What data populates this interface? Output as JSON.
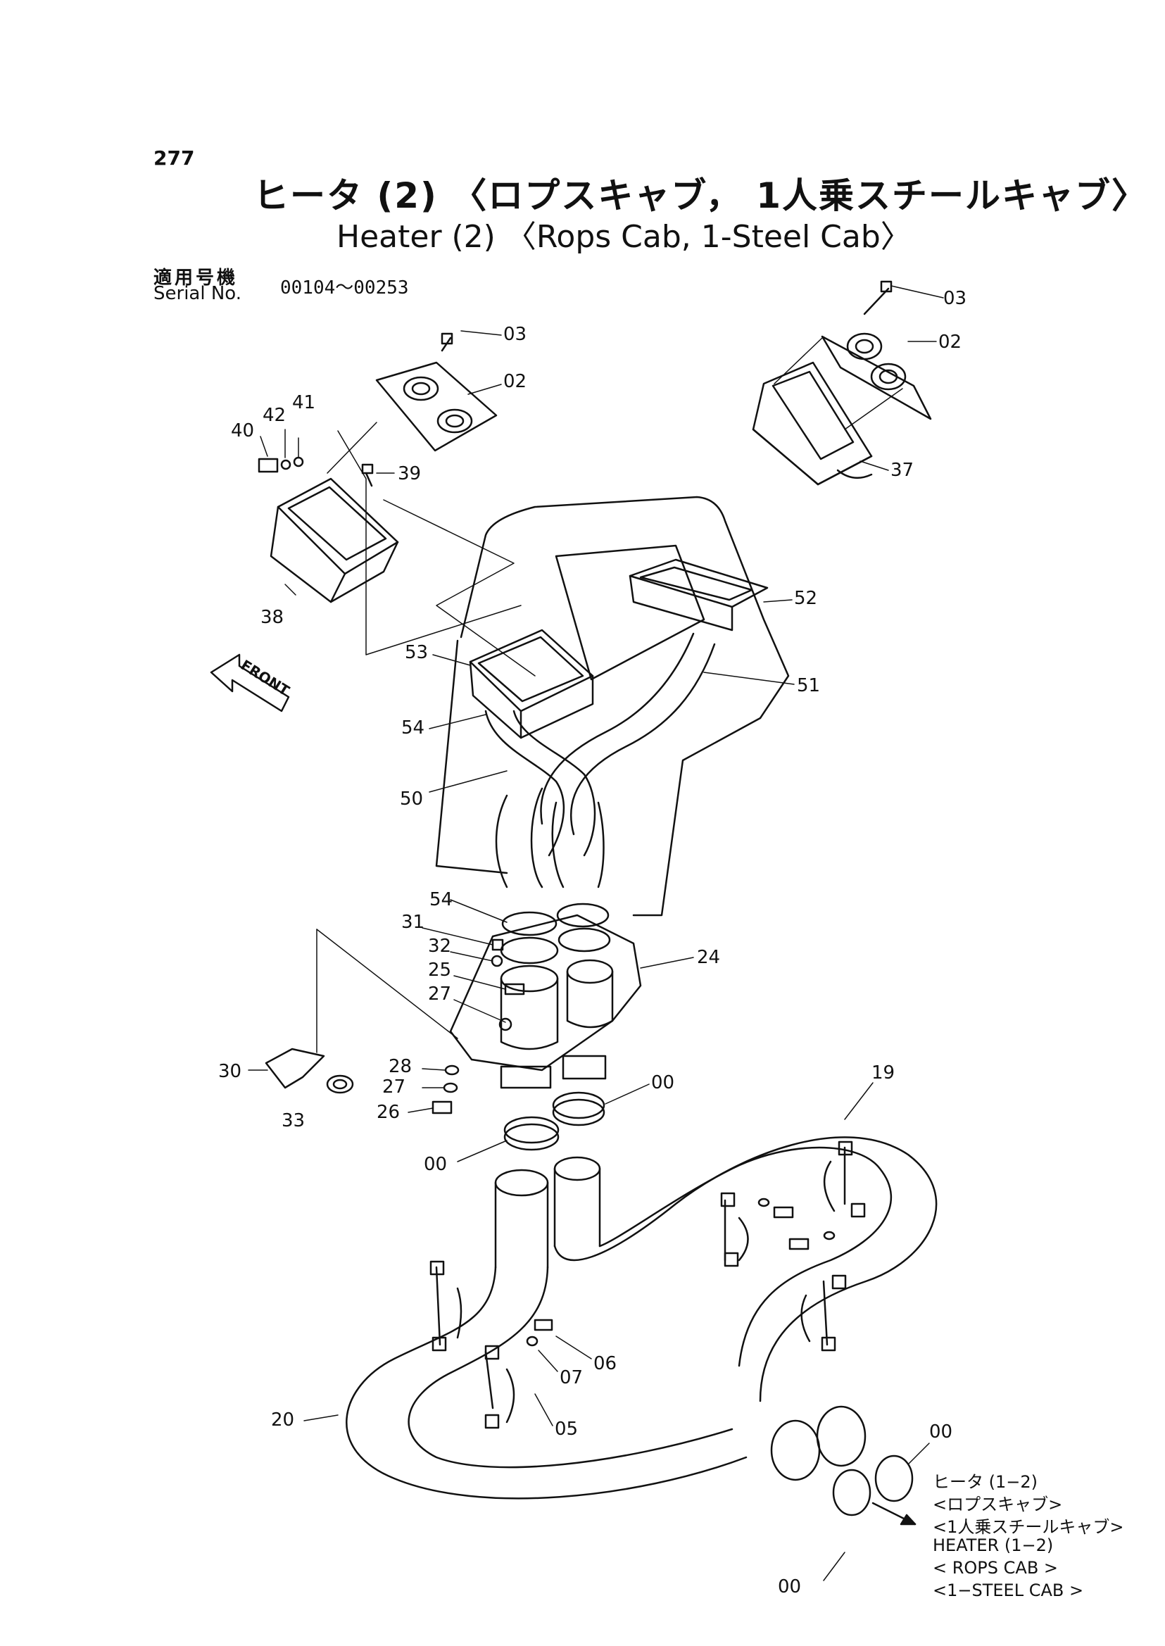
{
  "page_number": "277",
  "title_jp": "ヒータ (2) 〈ロプスキャブ， 1人乗スチールキャブ〉",
  "title_en": "Heater (2) 〈Rops Cab, 1-Steel Cab〉",
  "serial_label_jp": "適用号機",
  "serial_label_en": "Serial No.",
  "serial_value": "00104～00253",
  "front_label": "FRONT",
  "callouts": {
    "c03a": "03",
    "c02a": "02",
    "c03b": "03",
    "c02b": "02",
    "c37": "37",
    "c41": "41",
    "c42": "42",
    "c40": "40",
    "c39": "39",
    "c38": "38",
    "c52": "52",
    "c53": "53",
    "c51": "51",
    "c54a": "54",
    "c50": "50",
    "c54b": "54",
    "c31": "31",
    "c32": "32",
    "c25": "25",
    "c27a": "27",
    "c24": "24",
    "c30": "30",
    "c33": "33",
    "c28": "28",
    "c27b": "27",
    "c26": "26",
    "c00a": "00",
    "c00b": "00",
    "c19": "19",
    "c06": "06",
    "c07": "07",
    "c05": "05",
    "c20": "20",
    "c00c": "00",
    "c00d": "00"
  },
  "reference_note": {
    "line1": "ヒータ (1−2)",
    "line2": "<ロプスキャブ>",
    "line3": "<1人乗スチールキャブ>",
    "line4": "HEATER (1−2)",
    "line5": "< ROPS CAB >",
    "line6": "<1−STEEL CAB >"
  }
}
